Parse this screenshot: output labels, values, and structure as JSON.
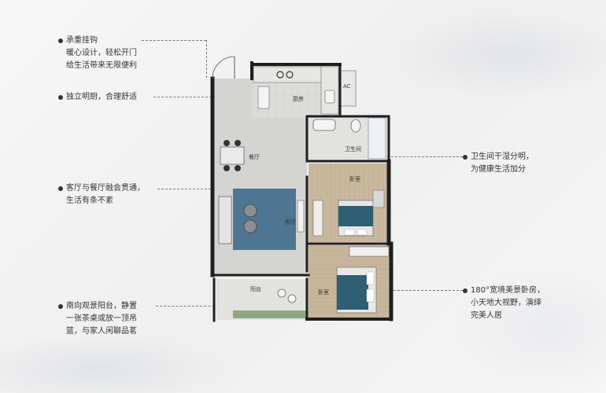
{
  "annotations": {
    "hook": [
      "承重挂钩",
      "暖心设计，轻松开门",
      "给生活带来无限便利"
    ],
    "kitchen": [
      "独立明厨，合理舒适"
    ],
    "living": [
      "客厅与餐厅融会贯通，",
      "生活有条不紊"
    ],
    "balcony": [
      "南向观景阳台，静置",
      "一张茶桌或放一顶吊",
      "篮，与家人闲聊品茗"
    ],
    "bathroom": [
      "卫生间干湿分明，",
      "为健康生活加分"
    ],
    "bedroom": [
      "180°宽境美景卧房，",
      "小天地大视野，演绎",
      "完美人居"
    ]
  },
  "rooms": {
    "kitchen": "厨房",
    "dining": "餐厅",
    "living": "客厅",
    "bath": "卫生间",
    "bedroom1": "卧室",
    "bedroom2": "卧室",
    "balcony": "阳台",
    "ac": "AC"
  },
  "colors": {
    "wall": "#1e1e1e",
    "floor": "#d6d6d4",
    "wood": "#c6b49b",
    "rug_blue": "#3f6a8a",
    "bed_teal": "#2e5f73"
  }
}
